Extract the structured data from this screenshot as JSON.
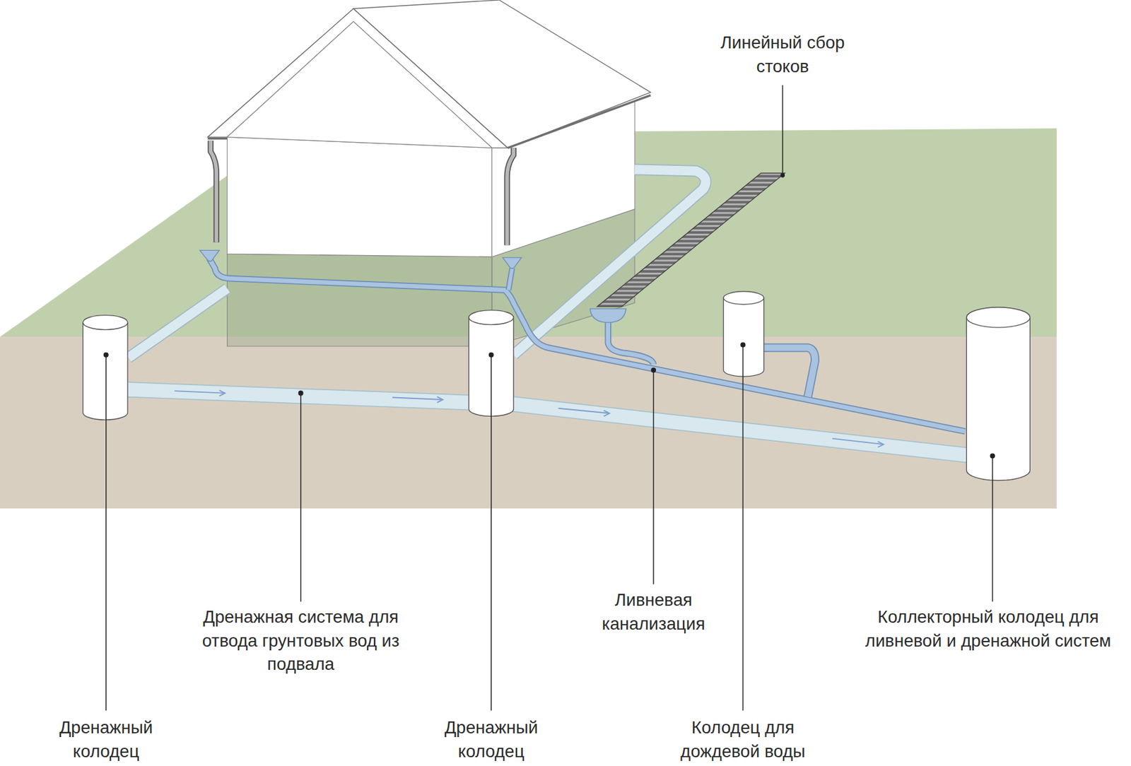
{
  "diagram": {
    "labels": [
      "Линейный сбор стоков",
      "Дренажная система для отвода грунтовых вод из подвала",
      "Ливневая канализация",
      "Коллекторный колодец для ливневой и дренажной систем",
      "Дренажный колодец",
      "Дренажный колодец",
      "Колодец для дождевой воды"
    ]
  }
}
